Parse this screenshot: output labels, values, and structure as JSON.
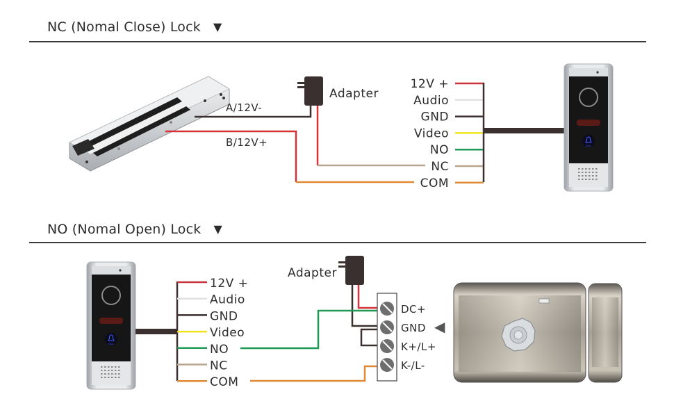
{
  "sections": {
    "nc": {
      "title": "NC (Nomal Close) Lock",
      "arrow": "▼",
      "lock_wires": {
        "a": "A/12V-",
        "b": "B/12V+"
      },
      "adapter_label": "Adapter",
      "terminals": [
        "12V +",
        "Audio",
        "GND",
        "Video",
        "NO",
        "NC",
        "COM"
      ]
    },
    "no": {
      "title": "NO (Nomal Open) Lock",
      "arrow": "▼",
      "adapter_label": "Adapter",
      "terminals": [
        "12V +",
        "Audio",
        "GND",
        "Video",
        "NO",
        "NC",
        "COM"
      ],
      "lock_terminals": [
        "DC+",
        "GND",
        "K+/L+",
        "K-/L-"
      ],
      "pointer": "◀"
    }
  },
  "wire_colors": {
    "12V +": "#c8323a",
    "Audio": "#e2e2e2",
    "GND": "#3a3030",
    "Video": "#f2e31a",
    "NO": "#1e9a55",
    "NC": "#b9a58e",
    "COM": "#e08a36",
    "adapter_black": "#3a3030",
    "red": "#d6323a"
  },
  "doorbell": {
    "button_text": "CALL"
  }
}
